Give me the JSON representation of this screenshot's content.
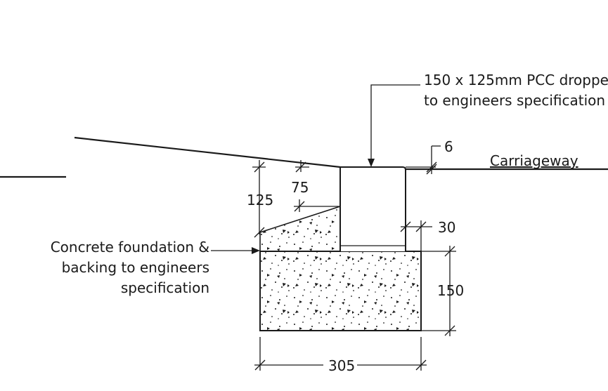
{
  "labels": {
    "kerb_spec_line1": "150 x 125mm PCC droppe",
    "kerb_spec_line2": "to engineers specification",
    "carriageway": "Carriageway",
    "foundation_line1": "Concrete foundation &",
    "foundation_line2": "backing to engineers",
    "foundation_line3": "specification"
  },
  "dimensions": {
    "upstand": "6",
    "haunch_depth": "125",
    "haunch_width": "75",
    "kerb_offset": "30",
    "foundation_depth": "150",
    "foundation_width": "305"
  }
}
